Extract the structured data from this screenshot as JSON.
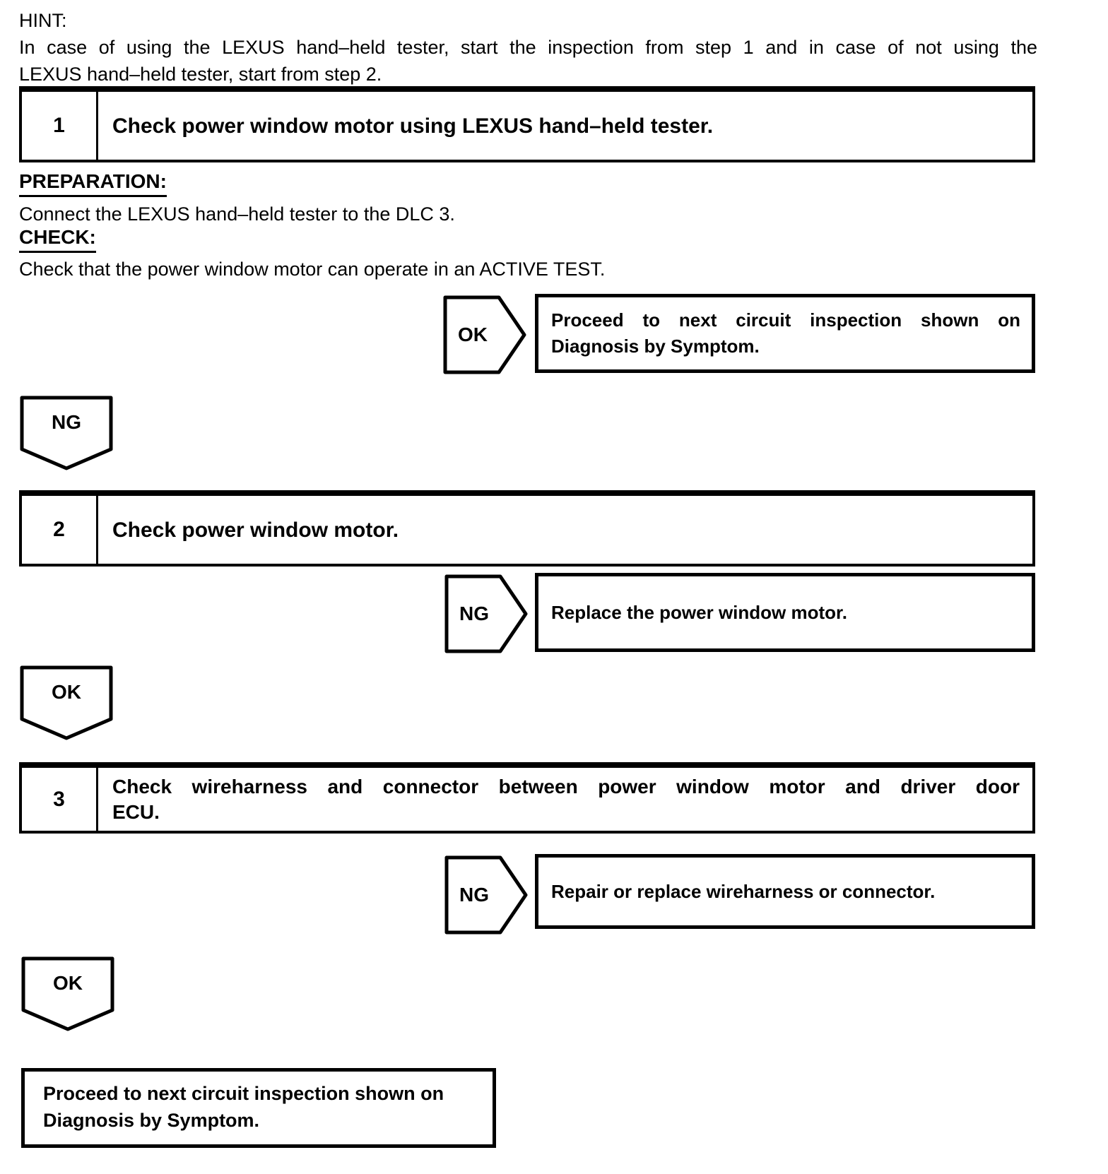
{
  "hint": {
    "label": "HINT:",
    "line1": "In case of using the LEXUS hand–held tester, start the inspection from step 1 and in case of not using the",
    "line2": "LEXUS hand–held tester, start from step 2."
  },
  "step1": {
    "number": "1",
    "title": "Check power window motor using LEXUS hand–held tester.",
    "preparation_label": "PREPARATION:",
    "preparation_text": "Connect the LEXUS hand–held tester to the DLC 3.",
    "check_label": "CHECK:",
    "check_text": "Check that the power window motor can operate in an ACTIVE TEST."
  },
  "branch1": {
    "tag": "OK",
    "result_line1": "Proceed to next circuit inspection shown on",
    "result_line2": "Diagnosis by Symptom."
  },
  "connector1": {
    "tag": "NG"
  },
  "step2": {
    "number": "2",
    "title": "Check power window motor."
  },
  "branch2": {
    "tag": "NG",
    "result": "Replace the power window motor."
  },
  "connector2": {
    "tag": "OK"
  },
  "step3": {
    "number": "3",
    "title_line1": "Check wireharness and connector between power window motor and driver door",
    "title_line2": "ECU."
  },
  "branch3": {
    "tag": "NG",
    "result": "Repair or replace wireharness or connector."
  },
  "connector3": {
    "tag": "OK"
  },
  "final": {
    "line1": "Proceed to next circuit inspection shown on",
    "line2": "Diagnosis by Symptom."
  },
  "colors": {
    "ink": "#000000",
    "paper": "#ffffff"
  }
}
